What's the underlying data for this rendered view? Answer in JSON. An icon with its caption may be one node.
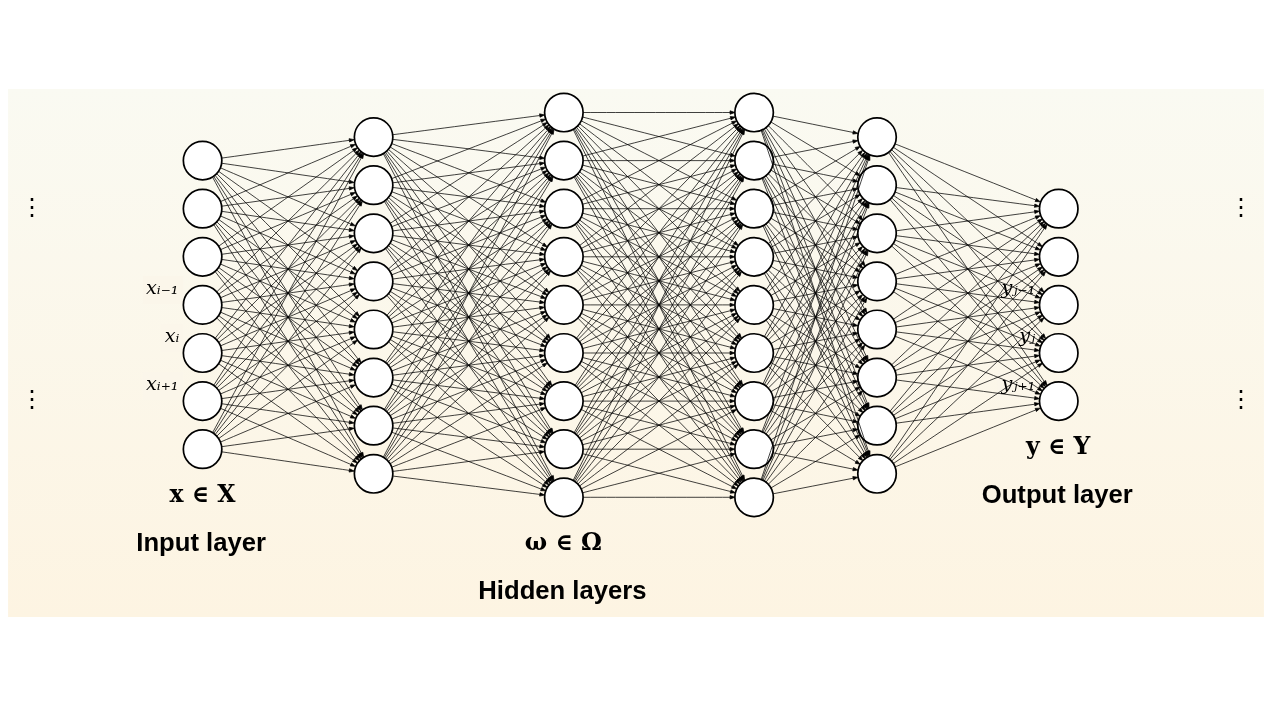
{
  "diagram": {
    "nodes": [
      {
        "text": [],
        "shape": "circle"
      },
      {
        "text": [],
        "shape": "circle"
      },
      {
        "text": [],
        "shape": "circle",
        "beside": [
          "xᵢ₋₁"
        ]
      },
      {
        "text": [],
        "shape": "circle",
        "beside": [
          "xᵢ"
        ]
      },
      {
        "text": [],
        "shape": "circle",
        "beside": [
          "xᵢ₊₁"
        ]
      },
      {
        "text": [],
        "shape": "circle"
      },
      {
        "text": [],
        "shape": "circle"
      },
      {
        "text": [],
        "shape": "circle"
      },
      {
        "text": [],
        "shape": "circle"
      },
      {
        "text": [],
        "shape": "circle"
      },
      {
        "text": [],
        "shape": "circle"
      },
      {
        "text": [],
        "shape": "circle"
      },
      {
        "text": [],
        "shape": "circle"
      },
      {
        "text": [],
        "shape": "circle"
      },
      {
        "text": [],
        "shape": "circle"
      },
      {
        "text": [],
        "shape": "circle"
      },
      {
        "text": [],
        "shape": "circle"
      },
      {
        "text": [],
        "shape": "circle"
      },
      {
        "text": [],
        "shape": "circle"
      },
      {
        "text": [],
        "shape": "circle"
      },
      {
        "text": [],
        "shape": "circle"
      },
      {
        "text": [],
        "shape": "circle"
      },
      {
        "text": [],
        "shape": "circle"
      },
      {
        "text": [],
        "shape": "circle"
      },
      {
        "text": [],
        "shape": "circle"
      },
      {
        "text": [],
        "shape": "circle"
      },
      {
        "text": [],
        "shape": "circle"
      },
      {
        "text": [],
        "shape": "circle"
      },
      {
        "text": [],
        "shape": "circle"
      },
      {
        "text": [],
        "shape": "circle"
      },
      {
        "text": [],
        "shape": "circle"
      },
      {
        "text": [],
        "shape": "circle"
      },
      {
        "text": [],
        "shape": "circle"
      },
      {
        "text": [],
        "shape": "circle"
      },
      {
        "text": [],
        "shape": "circle"
      },
      {
        "text": [],
        "shape": "circle"
      },
      {
        "text": [],
        "shape": "circle"
      },
      {
        "text": [],
        "shape": "circle"
      },
      {
        "text": [],
        "shape": "circle"
      },
      {
        "text": [],
        "shape": "circle"
      },
      {
        "text": [],
        "shape": "circle"
      },
      {
        "text": [],
        "shape": "circle"
      },
      {
        "text": [],
        "shape": "circle",
        "beside": [
          "yⱼ₋₁"
        ]
      },
      {
        "text": [],
        "shape": "circle",
        "beside": [
          "yⱼ"
        ]
      },
      {
        "text": [],
        "shape": "circle",
        "beside": [
          "yⱼ₊₁"
        ]
      },
      {
        "text": [],
        "shape": "circle"
      }
    ],
    "edges": [
      {
        "from": 0,
        "to": 7,
        "arrow": "to"
      },
      {
        "from": 0,
        "to": 8,
        "arrow": "to"
      },
      {
        "from": 0,
        "to": 9,
        "arrow": "to"
      },
      {
        "from": 0,
        "to": 10,
        "arrow": "to"
      },
      {
        "from": 0,
        "to": 11,
        "arrow": "to"
      },
      {
        "from": 0,
        "to": 12,
        "arrow": "to"
      },
      {
        "from": 0,
        "to": 13,
        "arrow": "to"
      },
      {
        "from": 0,
        "to": 14,
        "arrow": "to"
      },
      {
        "from": 1,
        "to": 7,
        "arrow": "to"
      },
      {
        "from": 1,
        "to": 8,
        "arrow": "to"
      },
      {
        "from": 1,
        "to": 9,
        "arrow": "to"
      },
      {
        "from": 1,
        "to": 10,
        "arrow": "to"
      },
      {
        "from": 1,
        "to": 11,
        "arrow": "to"
      },
      {
        "from": 1,
        "to": 12,
        "arrow": "to"
      },
      {
        "from": 1,
        "to": 13,
        "arrow": "to"
      },
      {
        "from": 1,
        "to": 14,
        "arrow": "to"
      },
      {
        "from": 2,
        "to": 7,
        "arrow": "to"
      },
      {
        "from": 2,
        "to": 8,
        "arrow": "to"
      },
      {
        "from": 2,
        "to": 9,
        "arrow": "to"
      },
      {
        "from": 2,
        "to": 10,
        "arrow": "to"
      },
      {
        "from": 2,
        "to": 11,
        "arrow": "to"
      },
      {
        "from": 2,
        "to": 12,
        "arrow": "to"
      },
      {
        "from": 2,
        "to": 13,
        "arrow": "to"
      },
      {
        "from": 2,
        "to": 14,
        "arrow": "to"
      },
      {
        "from": 3,
        "to": 7,
        "arrow": "to"
      },
      {
        "from": 3,
        "to": 8,
        "arrow": "to"
      },
      {
        "from": 3,
        "to": 9,
        "arrow": "to"
      },
      {
        "from": 3,
        "to": 10,
        "arrow": "to"
      },
      {
        "from": 3,
        "to": 11,
        "arrow": "to"
      },
      {
        "from": 3,
        "to": 12,
        "arrow": "to"
      },
      {
        "from": 3,
        "to": 13,
        "arrow": "to"
      },
      {
        "from": 3,
        "to": 14,
        "arrow": "to"
      },
      {
        "from": 4,
        "to": 7,
        "arrow": "to"
      },
      {
        "from": 4,
        "to": 8,
        "arrow": "to"
      },
      {
        "from": 4,
        "to": 9,
        "arrow": "to"
      },
      {
        "from": 4,
        "to": 10,
        "arrow": "to"
      },
      {
        "from": 4,
        "to": 11,
        "arrow": "to"
      },
      {
        "from": 4,
        "to": 12,
        "arrow": "to"
      },
      {
        "from": 4,
        "to": 13,
        "arrow": "to"
      },
      {
        "from": 4,
        "to": 14,
        "arrow": "to"
      },
      {
        "from": 5,
        "to": 7,
        "arrow": "to"
      },
      {
        "from": 5,
        "to": 8,
        "arrow": "to"
      },
      {
        "from": 5,
        "to": 9,
        "arrow": "to"
      },
      {
        "from": 5,
        "to": 10,
        "arrow": "to"
      },
      {
        "from": 5,
        "to": 11,
        "arrow": "to"
      },
      {
        "from": 5,
        "to": 12,
        "arrow": "to"
      },
      {
        "from": 5,
        "to": 13,
        "arrow": "to"
      },
      {
        "from": 5,
        "to": 14,
        "arrow": "to"
      },
      {
        "from": 6,
        "to": 7,
        "arrow": "to"
      },
      {
        "from": 6,
        "to": 8,
        "arrow": "to"
      },
      {
        "from": 6,
        "to": 9,
        "arrow": "to"
      },
      {
        "from": 6,
        "to": 10,
        "arrow": "to"
      },
      {
        "from": 6,
        "to": 11,
        "arrow": "to"
      },
      {
        "from": 6,
        "to": 12,
        "arrow": "to"
      },
      {
        "from": 6,
        "to": 13,
        "arrow": "to"
      },
      {
        "from": 6,
        "to": 14,
        "arrow": "to"
      },
      {
        "from": 7,
        "to": 15,
        "arrow": "to"
      },
      {
        "from": 7,
        "to": 16,
        "arrow": "to"
      },
      {
        "from": 7,
        "to": 17,
        "arrow": "to"
      },
      {
        "from": 7,
        "to": 18,
        "arrow": "to"
      },
      {
        "from": 7,
        "to": 19,
        "arrow": "to"
      },
      {
        "from": 7,
        "to": 20,
        "arrow": "to"
      },
      {
        "from": 7,
        "to": 21,
        "arrow": "to"
      },
      {
        "from": 7,
        "to": 22,
        "arrow": "to"
      },
      {
        "from": 7,
        "to": 23,
        "arrow": "to"
      },
      {
        "from": 8,
        "to": 15,
        "arrow": "to"
      },
      {
        "from": 8,
        "to": 16,
        "arrow": "to"
      },
      {
        "from": 8,
        "to": 17,
        "arrow": "to"
      },
      {
        "from": 8,
        "to": 18,
        "arrow": "to"
      },
      {
        "from": 8,
        "to": 19,
        "arrow": "to"
      },
      {
        "from": 8,
        "to": 20,
        "arrow": "to"
      },
      {
        "from": 8,
        "to": 21,
        "arrow": "to"
      },
      {
        "from": 8,
        "to": 22,
        "arrow": "to"
      },
      {
        "from": 8,
        "to": 23,
        "arrow": "to"
      },
      {
        "from": 9,
        "to": 15,
        "arrow": "to"
      },
      {
        "from": 9,
        "to": 16,
        "arrow": "to"
      },
      {
        "from": 9,
        "to": 17,
        "arrow": "to"
      },
      {
        "from": 9,
        "to": 18,
        "arrow": "to"
      },
      {
        "from": 9,
        "to": 19,
        "arrow": "to"
      },
      {
        "from": 9,
        "to": 20,
        "arrow": "to"
      },
      {
        "from": 9,
        "to": 21,
        "arrow": "to"
      },
      {
        "from": 9,
        "to": 22,
        "arrow": "to"
      },
      {
        "from": 9,
        "to": 23,
        "arrow": "to"
      },
      {
        "from": 10,
        "to": 15,
        "arrow": "to"
      },
      {
        "from": 10,
        "to": 16,
        "arrow": "to"
      },
      {
        "from": 10,
        "to": 17,
        "arrow": "to"
      },
      {
        "from": 10,
        "to": 18,
        "arrow": "to"
      },
      {
        "from": 10,
        "to": 19,
        "arrow": "to"
      },
      {
        "from": 10,
        "to": 20,
        "arrow": "to"
      },
      {
        "from": 10,
        "to": 21,
        "arrow": "to"
      },
      {
        "from": 10,
        "to": 22,
        "arrow": "to"
      },
      {
        "from": 10,
        "to": 23,
        "arrow": "to"
      },
      {
        "from": 11,
        "to": 15,
        "arrow": "to"
      },
      {
        "from": 11,
        "to": 16,
        "arrow": "to"
      },
      {
        "from": 11,
        "to": 17,
        "arrow": "to"
      },
      {
        "from": 11,
        "to": 18,
        "arrow": "to"
      },
      {
        "from": 11,
        "to": 19,
        "arrow": "to"
      },
      {
        "from": 11,
        "to": 20,
        "arrow": "to"
      },
      {
        "from": 11,
        "to": 21,
        "arrow": "to"
      },
      {
        "from": 11,
        "to": 22,
        "arrow": "to"
      },
      {
        "from": 11,
        "to": 23,
        "arrow": "to"
      },
      {
        "from": 12,
        "to": 15,
        "arrow": "to"
      },
      {
        "from": 12,
        "to": 16,
        "arrow": "to"
      },
      {
        "from": 12,
        "to": 17,
        "arrow": "to"
      },
      {
        "from": 12,
        "to": 18,
        "arrow": "to"
      },
      {
        "from": 12,
        "to": 19,
        "arrow": "to"
      },
      {
        "from": 12,
        "to": 20,
        "arrow": "to"
      },
      {
        "from": 12,
        "to": 21,
        "arrow": "to"
      },
      {
        "from": 12,
        "to": 22,
        "arrow": "to"
      },
      {
        "from": 12,
        "to": 23,
        "arrow": "to"
      },
      {
        "from": 13,
        "to": 15,
        "arrow": "to"
      },
      {
        "from": 13,
        "to": 16,
        "arrow": "to"
      },
      {
        "from": 13,
        "to": 17,
        "arrow": "to"
      },
      {
        "from": 13,
        "to": 18,
        "arrow": "to"
      },
      {
        "from": 13,
        "to": 19,
        "arrow": "to"
      },
      {
        "from": 13,
        "to": 20,
        "arrow": "to"
      },
      {
        "from": 13,
        "to": 21,
        "arrow": "to"
      },
      {
        "from": 13,
        "to": 22,
        "arrow": "to"
      },
      {
        "from": 13,
        "to": 23,
        "arrow": "to"
      },
      {
        "from": 14,
        "to": 15,
        "arrow": "to"
      },
      {
        "from": 14,
        "to": 16,
        "arrow": "to"
      },
      {
        "from": 14,
        "to": 17,
        "arrow": "to"
      },
      {
        "from": 14,
        "to": 18,
        "arrow": "to"
      },
      {
        "from": 14,
        "to": 19,
        "arrow": "to"
      },
      {
        "from": 14,
        "to": 20,
        "arrow": "to"
      },
      {
        "from": 14,
        "to": 21,
        "arrow": "to"
      },
      {
        "from": 14,
        "to": 22,
        "arrow": "to"
      },
      {
        "from": 14,
        "to": 23,
        "arrow": "to"
      },
      {
        "from": 15,
        "to": 24,
        "arrow": "to"
      },
      {
        "from": 15,
        "to": 25,
        "arrow": "to"
      },
      {
        "from": 15,
        "to": 26,
        "arrow": "to"
      },
      {
        "from": 15,
        "to": 27,
        "arrow": "to"
      },
      {
        "from": 15,
        "to": 28,
        "arrow": "to"
      },
      {
        "from": 15,
        "to": 29,
        "arrow": "to"
      },
      {
        "from": 15,
        "to": 30,
        "arrow": "to"
      },
      {
        "from": 15,
        "to": 31,
        "arrow": "to"
      },
      {
        "from": 15,
        "to": 32,
        "arrow": "to"
      },
      {
        "from": 16,
        "to": 24,
        "arrow": "to"
      },
      {
        "from": 16,
        "to": 25,
        "arrow": "to"
      },
      {
        "from": 16,
        "to": 26,
        "arrow": "to"
      },
      {
        "from": 16,
        "to": 27,
        "arrow": "to"
      },
      {
        "from": 16,
        "to": 28,
        "arrow": "to"
      },
      {
        "from": 16,
        "to": 29,
        "arrow": "to"
      },
      {
        "from": 16,
        "to": 30,
        "arrow": "to"
      },
      {
        "from": 16,
        "to": 31,
        "arrow": "to"
      },
      {
        "from": 16,
        "to": 32,
        "arrow": "to"
      },
      {
        "from": 17,
        "to": 24,
        "arrow": "to"
      },
      {
        "from": 17,
        "to": 25,
        "arrow": "to"
      },
      {
        "from": 17,
        "to": 26,
        "arrow": "to"
      },
      {
        "from": 17,
        "to": 27,
        "arrow": "to"
      },
      {
        "from": 17,
        "to": 28,
        "arrow": "to"
      },
      {
        "from": 17,
        "to": 29,
        "arrow": "to"
      },
      {
        "from": 17,
        "to": 30,
        "arrow": "to"
      },
      {
        "from": 17,
        "to": 31,
        "arrow": "to"
      },
      {
        "from": 17,
        "to": 32,
        "arrow": "to"
      },
      {
        "from": 18,
        "to": 24,
        "arrow": "to"
      },
      {
        "from": 18,
        "to": 25,
        "arrow": "to"
      },
      {
        "from": 18,
        "to": 26,
        "arrow": "to"
      },
      {
        "from": 18,
        "to": 27,
        "arrow": "to"
      },
      {
        "from": 18,
        "to": 28,
        "arrow": "to"
      },
      {
        "from": 18,
        "to": 29,
        "arrow": "to"
      },
      {
        "from": 18,
        "to": 30,
        "arrow": "to"
      },
      {
        "from": 18,
        "to": 31,
        "arrow": "to"
      },
      {
        "from": 18,
        "to": 32,
        "arrow": "to"
      },
      {
        "from": 19,
        "to": 24,
        "arrow": "to"
      },
      {
        "from": 19,
        "to": 25,
        "arrow": "to"
      },
      {
        "from": 19,
        "to": 26,
        "arrow": "to"
      },
      {
        "from": 19,
        "to": 27,
        "arrow": "to"
      },
      {
        "from": 19,
        "to": 28,
        "arrow": "to"
      },
      {
        "from": 19,
        "to": 29,
        "arrow": "to"
      },
      {
        "from": 19,
        "to": 30,
        "arrow": "to"
      },
      {
        "from": 19,
        "to": 31,
        "arrow": "to"
      },
      {
        "from": 19,
        "to": 32,
        "arrow": "to"
      },
      {
        "from": 20,
        "to": 24,
        "arrow": "to"
      },
      {
        "from": 20,
        "to": 25,
        "arrow": "to"
      },
      {
        "from": 20,
        "to": 26,
        "arrow": "to"
      },
      {
        "from": 20,
        "to": 27,
        "arrow": "to"
      },
      {
        "from": 20,
        "to": 28,
        "arrow": "to"
      },
      {
        "from": 20,
        "to": 29,
        "arrow": "to"
      },
      {
        "from": 20,
        "to": 30,
        "arrow": "to"
      },
      {
        "from": 20,
        "to": 31,
        "arrow": "to"
      },
      {
        "from": 20,
        "to": 32,
        "arrow": "to"
      },
      {
        "from": 21,
        "to": 24,
        "arrow": "to"
      },
      {
        "from": 21,
        "to": 25,
        "arrow": "to"
      },
      {
        "from": 21,
        "to": 26,
        "arrow": "to"
      },
      {
        "from": 21,
        "to": 27,
        "arrow": "to"
      },
      {
        "from": 21,
        "to": 28,
        "arrow": "to"
      },
      {
        "from": 21,
        "to": 29,
        "arrow": "to"
      },
      {
        "from": 21,
        "to": 30,
        "arrow": "to"
      },
      {
        "from": 21,
        "to": 31,
        "arrow": "to"
      },
      {
        "from": 21,
        "to": 32,
        "arrow": "to"
      },
      {
        "from": 22,
        "to": 24,
        "arrow": "to"
      },
      {
        "from": 22,
        "to": 25,
        "arrow": "to"
      },
      {
        "from": 22,
        "to": 26,
        "arrow": "to"
      },
      {
        "from": 22,
        "to": 27,
        "arrow": "to"
      },
      {
        "from": 22,
        "to": 28,
        "arrow": "to"
      },
      {
        "from": 22,
        "to": 29,
        "arrow": "to"
      },
      {
        "from": 22,
        "to": 30,
        "arrow": "to"
      },
      {
        "from": 22,
        "to": 31,
        "arrow": "to"
      },
      {
        "from": 22,
        "to": 32,
        "arrow": "to"
      },
      {
        "from": 23,
        "to": 24,
        "arrow": "to"
      },
      {
        "from": 23,
        "to": 25,
        "arrow": "to"
      },
      {
        "from": 23,
        "to": 26,
        "arrow": "to"
      },
      {
        "from": 23,
        "to": 27,
        "arrow": "to"
      },
      {
        "from": 23,
        "to": 28,
        "arrow": "to"
      },
      {
        "from": 23,
        "to": 29,
        "arrow": "to"
      },
      {
        "from": 23,
        "to": 30,
        "arrow": "to"
      },
      {
        "from": 23,
        "to": 31,
        "arrow": "to"
      },
      {
        "from": 23,
        "to": 32,
        "arrow": "to"
      },
      {
        "from": 24,
        "to": 33,
        "arrow": "to"
      },
      {
        "from": 24,
        "to": 34,
        "arrow": "to"
      },
      {
        "from": 24,
        "to": 35,
        "arrow": "to"
      },
      {
        "from": 24,
        "to": 36,
        "arrow": "to"
      },
      {
        "from": 24,
        "to": 37,
        "arrow": "to"
      },
      {
        "from": 24,
        "to": 38,
        "arrow": "to"
      },
      {
        "from": 24,
        "to": 39,
        "arrow": "to"
      },
      {
        "from": 24,
        "to": 40,
        "arrow": "to"
      },
      {
        "from": 25,
        "to": 33,
        "arrow": "to"
      },
      {
        "from": 25,
        "to": 34,
        "arrow": "to"
      },
      {
        "from": 25,
        "to": 35,
        "arrow": "to"
      },
      {
        "from": 25,
        "to": 36,
        "arrow": "to"
      },
      {
        "from": 25,
        "to": 37,
        "arrow": "to"
      },
      {
        "from": 25,
        "to": 38,
        "arrow": "to"
      },
      {
        "from": 25,
        "to": 39,
        "arrow": "to"
      },
      {
        "from": 25,
        "to": 40,
        "arrow": "to"
      },
      {
        "from": 26,
        "to": 33,
        "arrow": "to"
      },
      {
        "from": 26,
        "to": 34,
        "arrow": "to"
      },
      {
        "from": 26,
        "to": 35,
        "arrow": "to"
      },
      {
        "from": 26,
        "to": 36,
        "arrow": "to"
      },
      {
        "from": 26,
        "to": 37,
        "arrow": "to"
      },
      {
        "from": 26,
        "to": 38,
        "arrow": "to"
      },
      {
        "from": 26,
        "to": 39,
        "arrow": "to"
      },
      {
        "from": 26,
        "to": 40,
        "arrow": "to"
      },
      {
        "from": 27,
        "to": 33,
        "arrow": "to"
      },
      {
        "from": 27,
        "to": 34,
        "arrow": "to"
      },
      {
        "from": 27,
        "to": 35,
        "arrow": "to"
      },
      {
        "from": 27,
        "to": 36,
        "arrow": "to"
      },
      {
        "from": 27,
        "to": 37,
        "arrow": "to"
      },
      {
        "from": 27,
        "to": 38,
        "arrow": "to"
      },
      {
        "from": 27,
        "to": 39,
        "arrow": "to"
      },
      {
        "from": 27,
        "to": 40,
        "arrow": "to"
      },
      {
        "from": 28,
        "to": 33,
        "arrow": "to"
      },
      {
        "from": 28,
        "to": 34,
        "arrow": "to"
      },
      {
        "from": 28,
        "to": 35,
        "arrow": "to"
      },
      {
        "from": 28,
        "to": 36,
        "arrow": "to"
      },
      {
        "from": 28,
        "to": 37,
        "arrow": "to"
      },
      {
        "from": 28,
        "to": 38,
        "arrow": "to"
      },
      {
        "from": 28,
        "to": 39,
        "arrow": "to"
      },
      {
        "from": 28,
        "to": 40,
        "arrow": "to"
      },
      {
        "from": 29,
        "to": 33,
        "arrow": "to"
      },
      {
        "from": 29,
        "to": 34,
        "arrow": "to"
      },
      {
        "from": 29,
        "to": 35,
        "arrow": "to"
      },
      {
        "from": 29,
        "to": 36,
        "arrow": "to"
      },
      {
        "from": 29,
        "to": 37,
        "arrow": "to"
      },
      {
        "from": 29,
        "to": 38,
        "arrow": "to"
      },
      {
        "from": 29,
        "to": 39,
        "arrow": "to"
      },
      {
        "from": 29,
        "to": 40,
        "arrow": "to"
      },
      {
        "from": 30,
        "to": 33,
        "arrow": "to"
      },
      {
        "from": 30,
        "to": 34,
        "arrow": "to"
      },
      {
        "from": 30,
        "to": 35,
        "arrow": "to"
      },
      {
        "from": 30,
        "to": 36,
        "arrow": "to"
      },
      {
        "from": 30,
        "to": 37,
        "arrow": "to"
      },
      {
        "from": 30,
        "to": 38,
        "arrow": "to"
      },
      {
        "from": 30,
        "to": 39,
        "arrow": "to"
      },
      {
        "from": 30,
        "to": 40,
        "arrow": "to"
      },
      {
        "from": 31,
        "to": 33,
        "arrow": "to"
      },
      {
        "from": 31,
        "to": 34,
        "arrow": "to"
      },
      {
        "from": 31,
        "to": 35,
        "arrow": "to"
      },
      {
        "from": 31,
        "to": 36,
        "arrow": "to"
      },
      {
        "from": 31,
        "to": 37,
        "arrow": "to"
      },
      {
        "from": 31,
        "to": 38,
        "arrow": "to"
      },
      {
        "from": 31,
        "to": 39,
        "arrow": "to"
      },
      {
        "from": 31,
        "to": 40,
        "arrow": "to"
      },
      {
        "from": 32,
        "to": 33,
        "arrow": "to"
      },
      {
        "from": 32,
        "to": 34,
        "arrow": "to"
      },
      {
        "from": 32,
        "to": 35,
        "arrow": "to"
      },
      {
        "from": 32,
        "to": 36,
        "arrow": "to"
      },
      {
        "from": 32,
        "to": 37,
        "arrow": "to"
      },
      {
        "from": 32,
        "to": 38,
        "arrow": "to"
      },
      {
        "from": 32,
        "to": 39,
        "arrow": "to"
      },
      {
        "from": 32,
        "to": 40,
        "arrow": "to"
      },
      {
        "from": 33,
        "to": 41,
        "arrow": "to"
      },
      {
        "from": 33,
        "to": 42,
        "arrow": "to"
      },
      {
        "from": 33,
        "to": 43,
        "arrow": "to"
      },
      {
        "from": 33,
        "to": 44,
        "arrow": "to"
      },
      {
        "from": 33,
        "to": 45,
        "arrow": "to"
      },
      {
        "from": 34,
        "to": 41,
        "arrow": "to"
      },
      {
        "from": 34,
        "to": 42,
        "arrow": "to"
      },
      {
        "from": 34,
        "to": 43,
        "arrow": "to"
      },
      {
        "from": 34,
        "to": 44,
        "arrow": "to"
      },
      {
        "from": 34,
        "to": 45,
        "arrow": "to"
      },
      {
        "from": 35,
        "to": 41,
        "arrow": "to"
      },
      {
        "from": 35,
        "to": 42,
        "arrow": "to"
      },
      {
        "from": 35,
        "to": 43,
        "arrow": "to"
      },
      {
        "from": 35,
        "to": 44,
        "arrow": "to"
      },
      {
        "from": 35,
        "to": 45,
        "arrow": "to"
      },
      {
        "from": 36,
        "to": 41,
        "arrow": "to"
      },
      {
        "from": 36,
        "to": 42,
        "arrow": "to"
      },
      {
        "from": 36,
        "to": 43,
        "arrow": "to"
      },
      {
        "from": 36,
        "to": 44,
        "arrow": "to"
      },
      {
        "from": 36,
        "to": 45,
        "arrow": "to"
      },
      {
        "from": 37,
        "to": 41,
        "arrow": "to"
      },
      {
        "from": 37,
        "to": 42,
        "arrow": "to"
      },
      {
        "from": 37,
        "to": 43,
        "arrow": "to"
      },
      {
        "from": 37,
        "to": 44,
        "arrow": "to"
      },
      {
        "from": 37,
        "to": 45,
        "arrow": "to"
      },
      {
        "from": 38,
        "to": 41,
        "arrow": "to"
      },
      {
        "from": 38,
        "to": 42,
        "arrow": "to"
      },
      {
        "from": 38,
        "to": 43,
        "arrow": "to"
      },
      {
        "from": 38,
        "to": 44,
        "arrow": "to"
      },
      {
        "from": 38,
        "to": 45,
        "arrow": "to"
      },
      {
        "from": 39,
        "to": 41,
        "arrow": "to"
      },
      {
        "from": 39,
        "to": 42,
        "arrow": "to"
      },
      {
        "from": 39,
        "to": 43,
        "arrow": "to"
      },
      {
        "from": 39,
        "to": 44,
        "arrow": "to"
      },
      {
        "from": 39,
        "to": 45,
        "arrow": "to"
      },
      {
        "from": 40,
        "to": 41,
        "arrow": "to"
      },
      {
        "from": 40,
        "to": 42,
        "arrow": "to"
      },
      {
        "from": 40,
        "to": 43,
        "arrow": "to"
      },
      {
        "from": 40,
        "to": 44,
        "arrow": "to"
      },
      {
        "from": 40,
        "to": 45,
        "arrow": "to"
      }
    ],
    "labels": [
      "⋮",
      "⋮",
      "⋮",
      "⋮",
      "x ∈ X",
      "ω ∈ Ω",
      "y ∈ Y",
      "Input layer",
      "Hidden layers",
      "Output layer"
    ]
  }
}
